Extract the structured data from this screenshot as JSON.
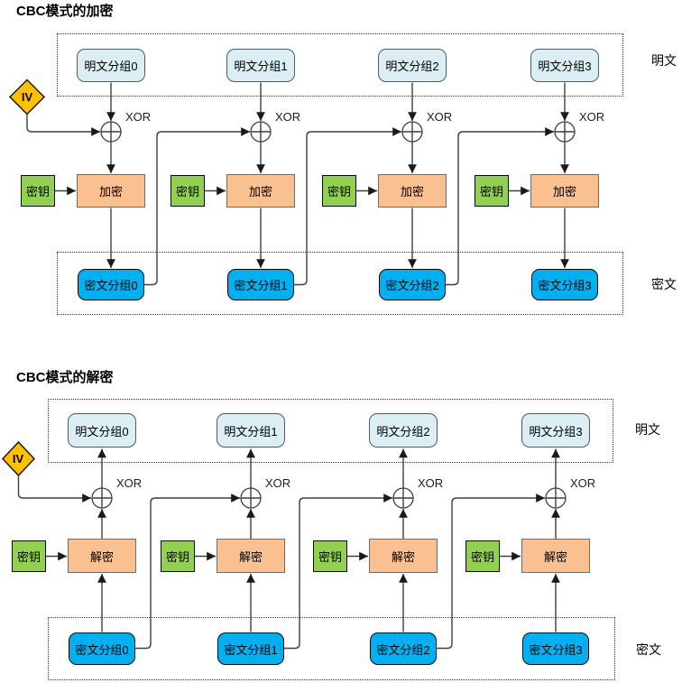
{
  "colors": {
    "plain_fill": "#daeef3",
    "plain_border": "#4a5b63",
    "cipher_fill": "#00b0f0",
    "key_fill": "#92d050",
    "process_fill": "#fac08f",
    "process_border": "#6b6b6b",
    "iv_fill": "#ffc000",
    "wire": "#3f3f3f",
    "arrow": "#1a1a1a",
    "text": "#000000"
  },
  "encryption": {
    "title": "CBC模式的加密",
    "iv_label": "IV",
    "xor_label": "XOR",
    "key_label": "密钥",
    "process_label": "加密",
    "row_labels": {
      "plain": "明文",
      "cipher": "密文"
    },
    "plain_blocks": [
      "明文分组0",
      "明文分组1",
      "明文分组2",
      "明文分组3"
    ],
    "cipher_blocks": [
      "密文分组0",
      "密文分组1",
      "密文分组2",
      "密文分组3"
    ]
  },
  "decryption": {
    "title": "CBC模式的解密",
    "iv_label": "IV",
    "xor_label": "XOR",
    "key_label": "密钥",
    "process_label": "解密",
    "row_labels": {
      "plain": "明文",
      "cipher": "密文"
    },
    "plain_blocks": [
      "明文分组0",
      "明文分组1",
      "明文分组2",
      "明文分组3"
    ],
    "cipher_blocks": [
      "密文分组0",
      "密文分组1",
      "密文分组2",
      "密文分组3"
    ]
  }
}
